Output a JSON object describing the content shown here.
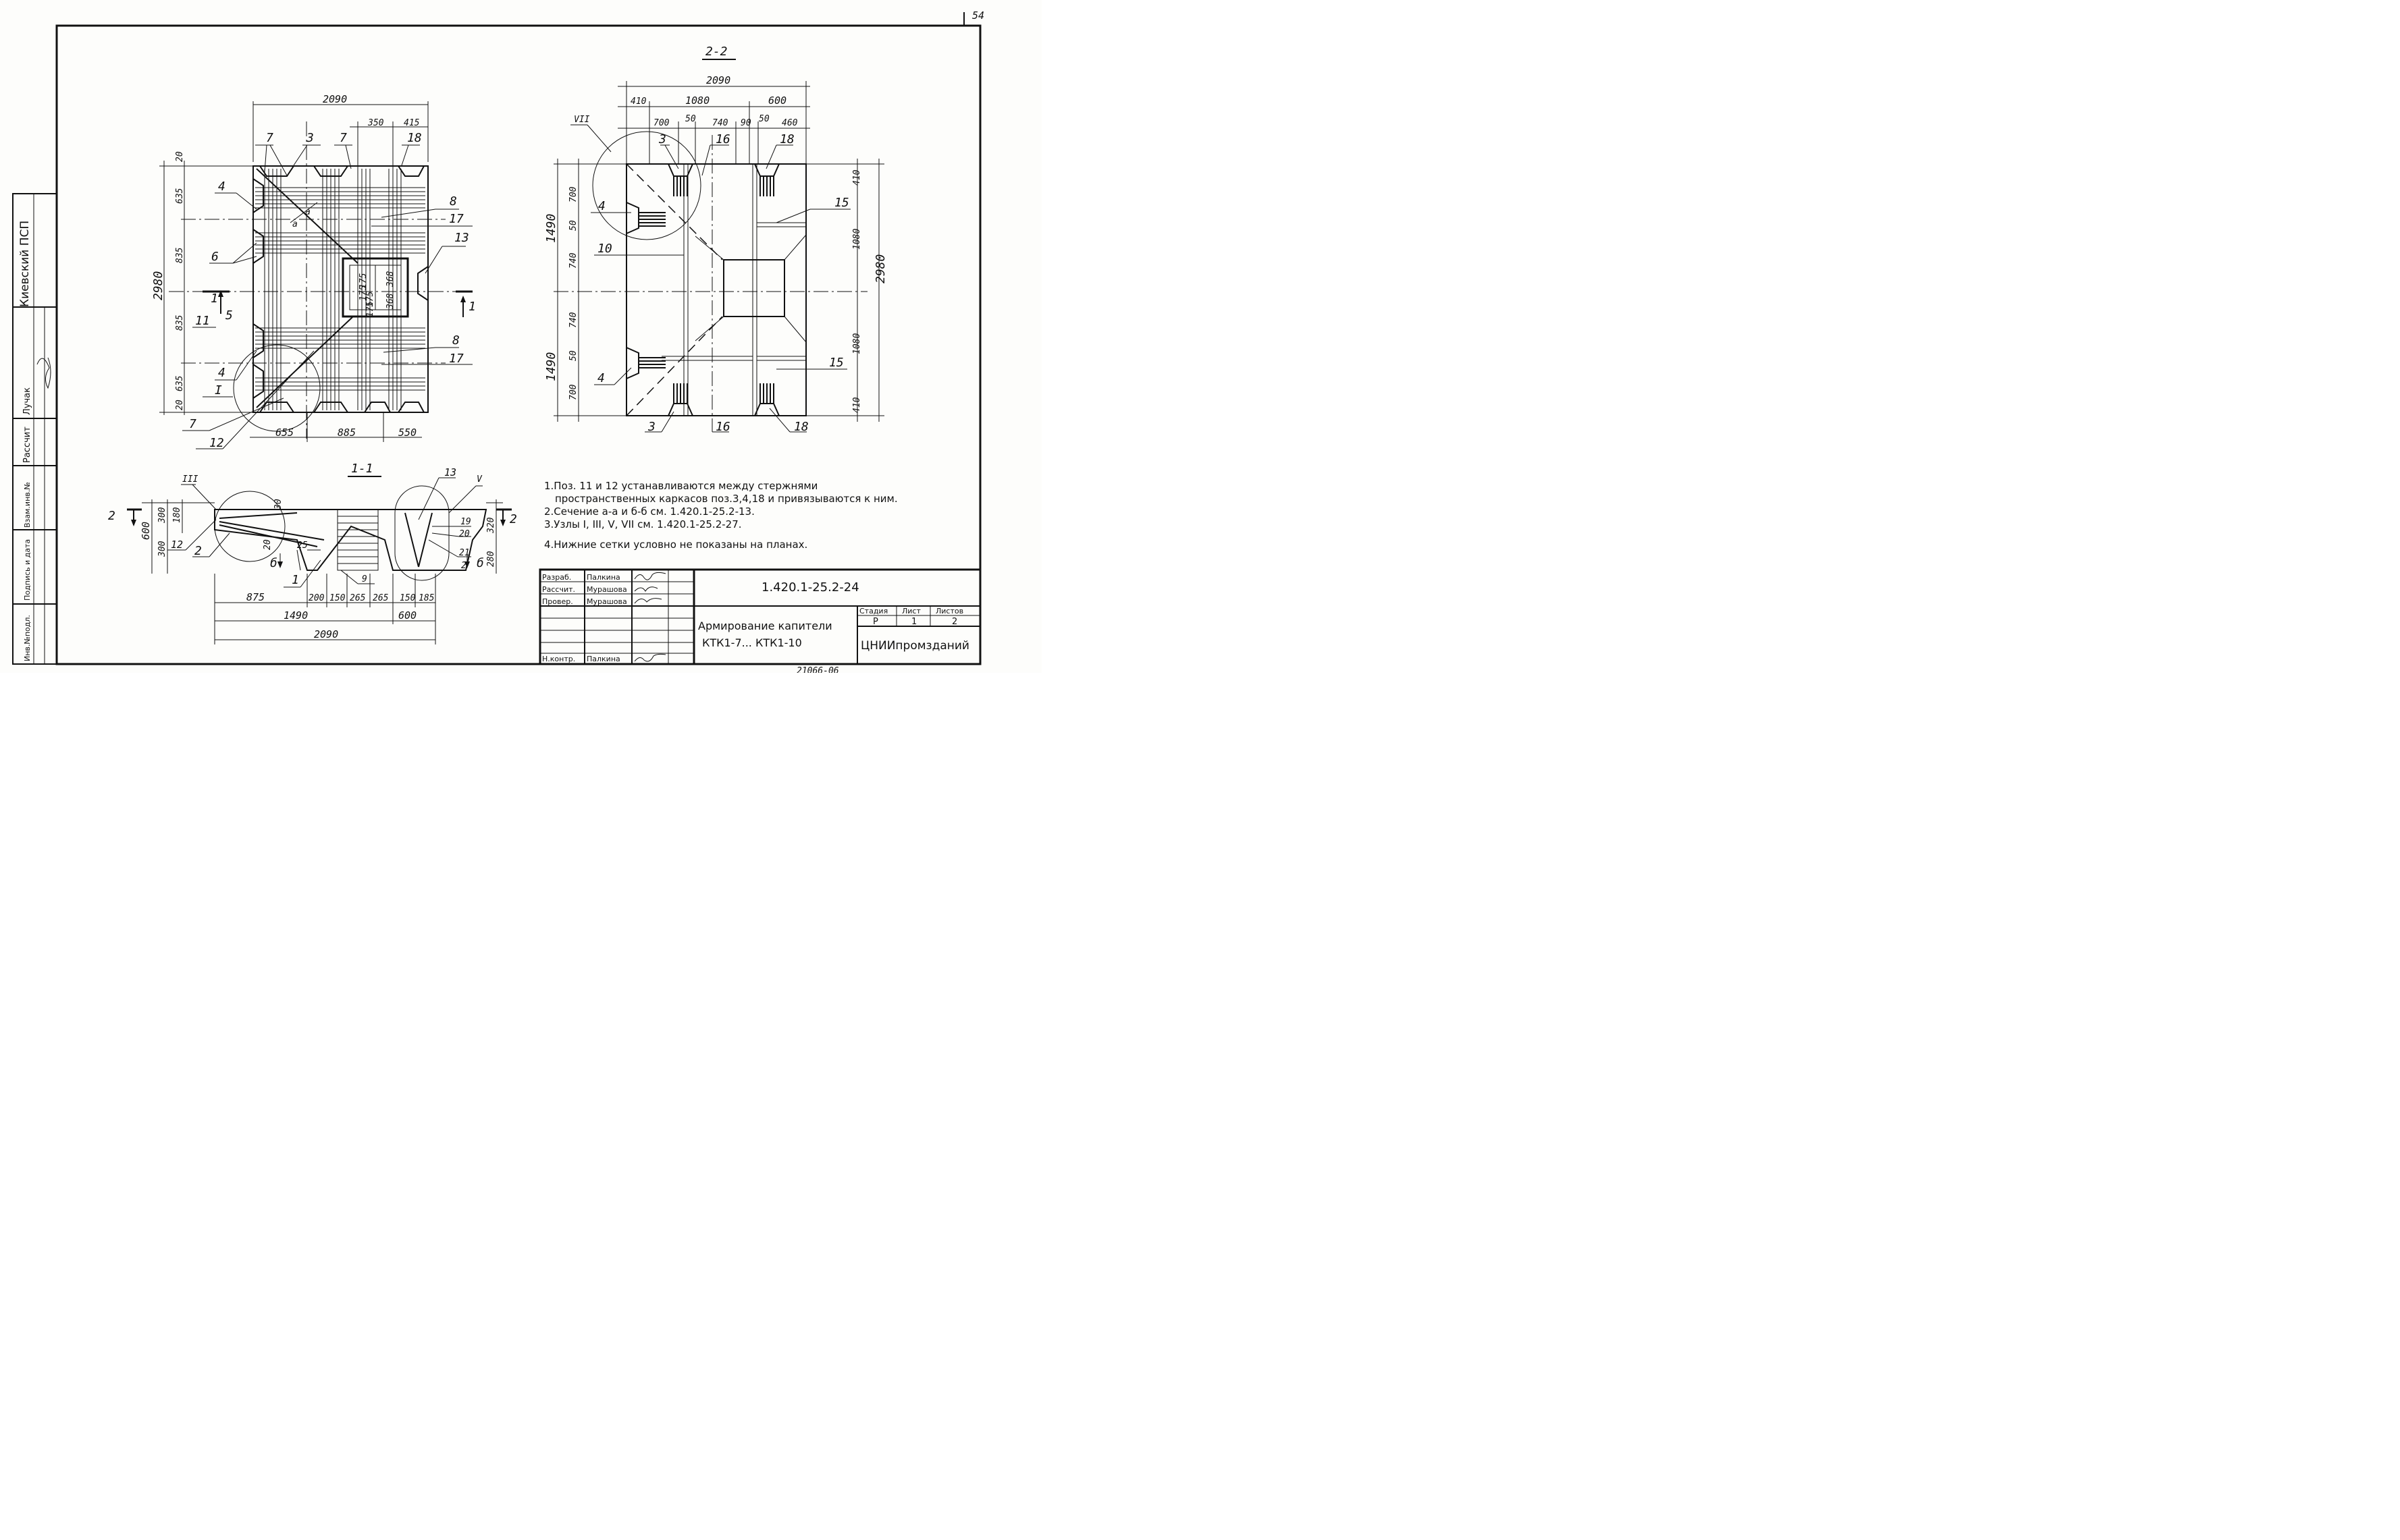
{
  "sheet_number": "54",
  "bottom_stamp": "21066-06",
  "side_stamp": {
    "org": "Киевский ПСП",
    "rows": [
      "Рассчит",
      "Лучак",
      "Взам.инв.№",
      "Подпись и дата",
      "Инв.№подл."
    ]
  },
  "plan": {
    "dims_top": [
      "2090",
      "350",
      "415"
    ],
    "dims_left": [
      "2980",
      "20",
      "635",
      "835",
      "835",
      "635",
      "20"
    ],
    "dims_bottom": [
      "655",
      "885",
      "550"
    ],
    "center_dims": [
      "175",
      "175",
      "368",
      "368",
      "175",
      "175"
    ],
    "positions": [
      "7",
      "3",
      "7",
      "18",
      "4",
      "8",
      "17",
      "6",
      "13",
      "5",
      "11",
      "8",
      "17",
      "4",
      "I",
      "7",
      "12",
      "1",
      "1"
    ],
    "section_marks": [
      "а",
      "а"
    ]
  },
  "section22": {
    "title": "2-2",
    "dims_top": [
      "2090",
      "410",
      "1080",
      "600",
      "700",
      "50",
      "740",
      "90",
      "50",
      "460"
    ],
    "dims_left": [
      "1490",
      "700",
      "50",
      "740",
      "740",
      "50",
      "700",
      "1490"
    ],
    "dims_right": [
      "410",
      "1080",
      "2980",
      "1080",
      "410"
    ],
    "positions": [
      "VII",
      "3",
      "16",
      "18",
      "4",
      "15",
      "10",
      "4",
      "15",
      "3",
      "16",
      "18"
    ]
  },
  "section11": {
    "title": "1-1",
    "dims_left": [
      "600",
      "300",
      "300",
      "180"
    ],
    "dims_inner": [
      "30",
      "20"
    ],
    "dims_right": [
      "320",
      "280"
    ],
    "dims_bottom": [
      "875",
      "200",
      "150",
      "265",
      "265",
      "150",
      "185",
      "1490",
      "600",
      "2090"
    ],
    "positions": [
      "III",
      "2",
      "12",
      "2",
      "25",
      "1",
      "9",
      "13",
      "V",
      "19",
      "20",
      "21",
      "2",
      "2",
      "б",
      "б"
    ]
  },
  "notes": [
    "1.Поз. 11 и 12 устанавливаются между стержнями",
    "пространственных каркасов поз.3,4,18 и привязываются к ним.",
    "2.Сечение а-а и б-б см. 1.420.1-25.2-13.",
    "3.Узлы I, III, V, VII см. 1.420.1-25.2-27.",
    "4.Нижние сетки условно не показаны на планах."
  ],
  "title_block": {
    "roles": [
      "Разраб.",
      "Рассчит.",
      "Провер.",
      "",
      "",
      "",
      "Н.контр."
    ],
    "names": [
      "Палкина",
      "Мурашова",
      "Мурашова",
      "",
      "",
      "",
      "Палкина"
    ],
    "document_code": "1.420.1-25.2-24",
    "title_line1": "Армирование капители",
    "title_line2": "КТК1-7... КТК1-10",
    "stage_label": "Стадия",
    "sheet_label": "Лист",
    "sheets_label": "Листов",
    "stage": "Р",
    "sheet": "1",
    "sheets": "2",
    "organization": "ЦНИИпромзданий"
  }
}
